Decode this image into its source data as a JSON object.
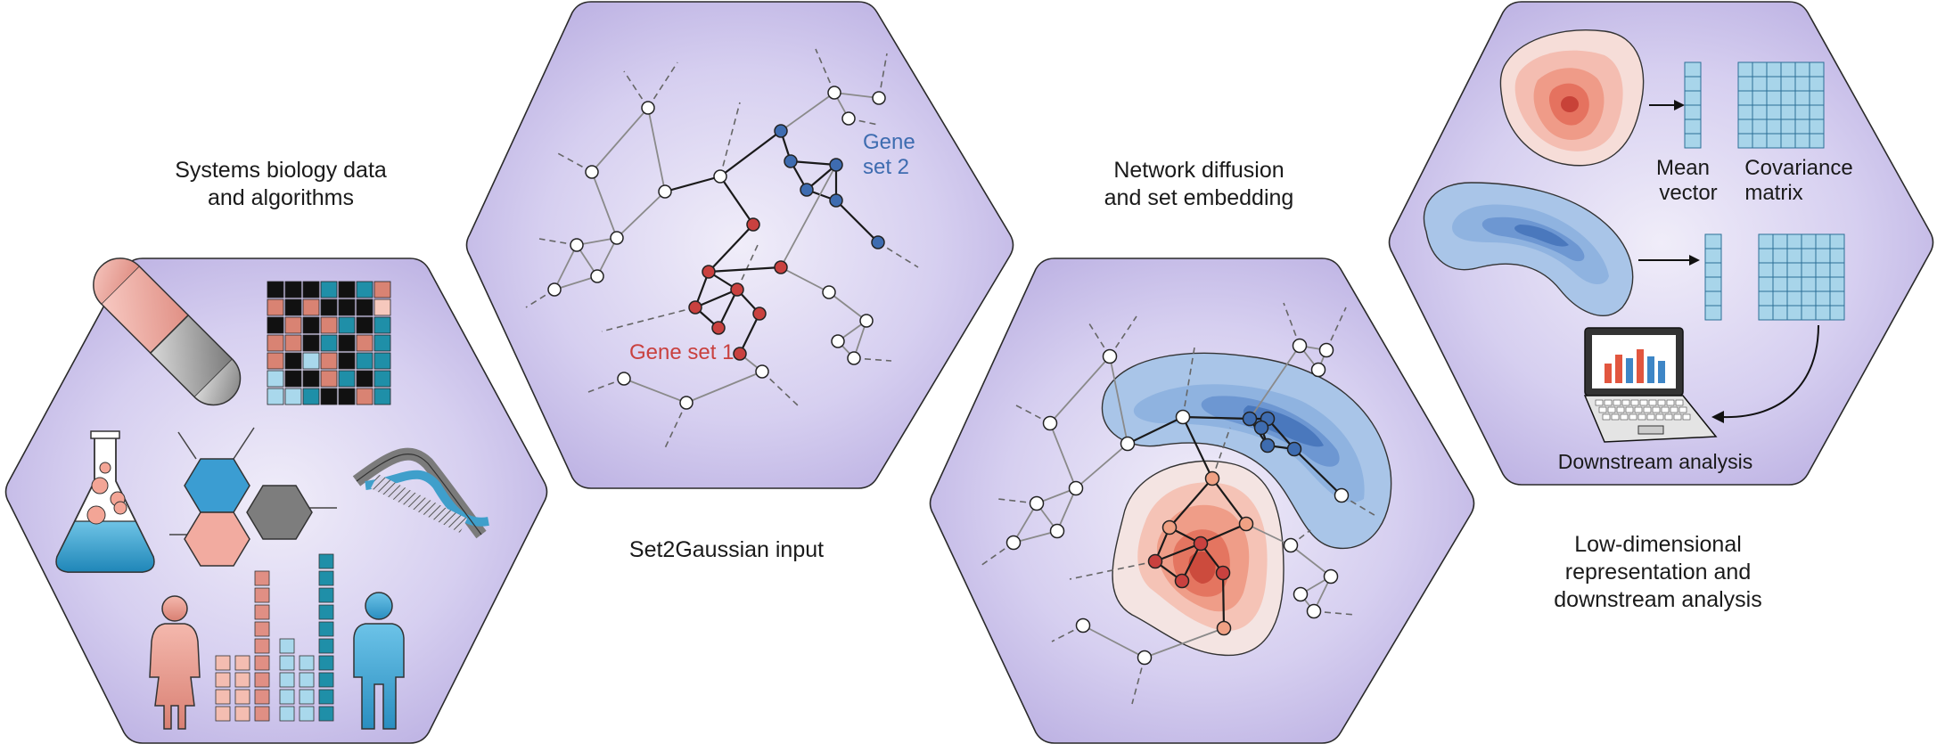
{
  "panel1": {
    "caption": [
      "Systems biology data",
      "and algorithms"
    ]
  },
  "panel2": {
    "caption": "Set2Gaussian input",
    "gene_set_1": "Gene set 1",
    "gene_set_2": [
      "Gene",
      "set 2"
    ]
  },
  "panel3": {
    "caption": [
      "Network diffusion",
      "and set embedding"
    ]
  },
  "panel4": {
    "caption": [
      "Low-dimensional",
      "representation and",
      "downstream analysis"
    ],
    "mean_vector": [
      "Mean",
      "vector"
    ],
    "covariance_matrix": [
      "Covariance",
      "matrix"
    ],
    "downstream": "Downstream analysis"
  },
  "colors": {
    "hexagon": "#c6bde8",
    "red_node": "#c9413f",
    "blue_node": "#3e6cb0",
    "edge": "#8a8a8a"
  }
}
